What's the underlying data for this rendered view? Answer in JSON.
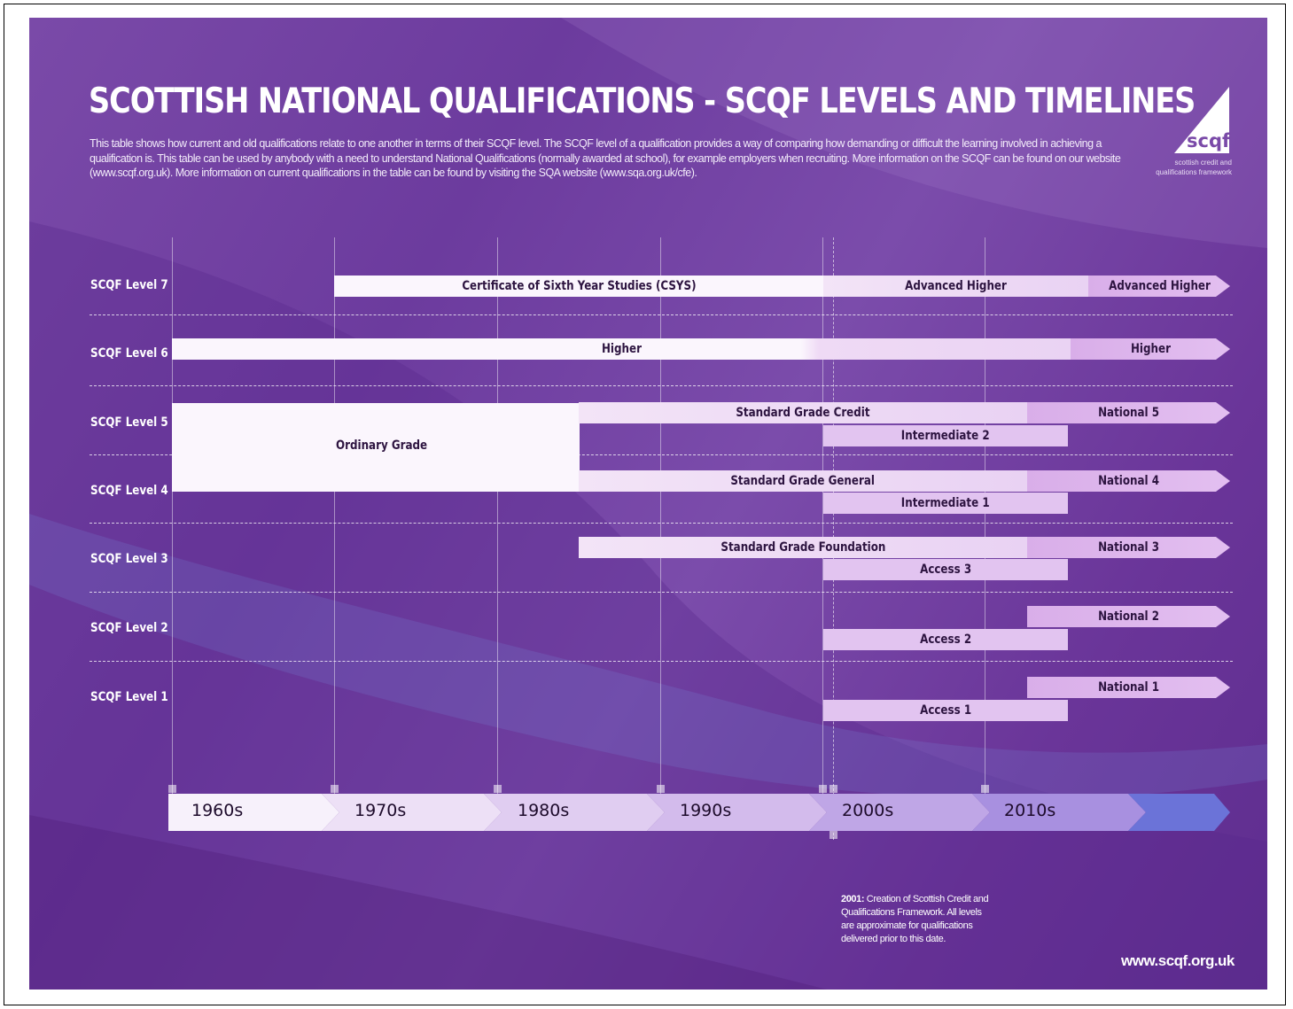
{
  "title": "SCOTTISH NATIONAL QUALIFICATIONS - SCQF LEVELS AND TIMELINES",
  "intro": "This table shows how current and old qualifications relate to one another in terms of their SCQF level. The SCQF level of a qualification provides a way of comparing how demanding or difficult the learning involved in achieving a qualification is. This table can be used by anybody with a need to understand National Qualifications (normally awarded at school), for example employers when recruiting. More information on the SCQF can be found on our website (www.scqf.org.uk). More information on current qualifications in the table can be found by visiting the SQA website (www.sqa.org.uk/cfe).",
  "logo": {
    "word": "scqf",
    "subtitle": "scottish credit and qualifications framework"
  },
  "levels": [
    "SCQF Level 7",
    "SCQF Level 6",
    "SCQF Level 5",
    "SCQF Level 4",
    "SCQF Level 3",
    "SCQF Level 2",
    "SCQF Level 1"
  ],
  "decades": [
    "1960s",
    "1970s",
    "1980s",
    "1990s",
    "2000s",
    "2010s"
  ],
  "qualifications": {
    "csys": "Certificate of Sixth Year Studies (CSYS)",
    "advanced_higher_old": "Advanced Higher",
    "advanced_higher_new": "Advanced Higher",
    "higher_old": "Higher",
    "higher_new": "Higher",
    "ordinary_grade": "Ordinary Grade",
    "sg_credit": "Standard Grade Credit",
    "national_5": "National 5",
    "intermediate_2": "Intermediate 2",
    "sg_general": "Standard Grade General",
    "national_4": "National 4",
    "intermediate_1": "Intermediate 1",
    "sg_foundation": "Standard Grade Foundation",
    "national_3": "National 3",
    "access_3": "Access 3",
    "national_2": "National 2",
    "access_2": "Access 2",
    "national_1": "National 1",
    "access_1": "Access 1"
  },
  "note": {
    "year": "2001:",
    "text": " Creation of Scottish Credit and Qualifications Framework. All levels are approximate for qualifications delivered prior to this date."
  },
  "website": "www.scqf.org.uk",
  "colors": {
    "background": "#6c3b9e",
    "bar_light": "#fbf6fd",
    "bar_national": "#d9aee9"
  }
}
